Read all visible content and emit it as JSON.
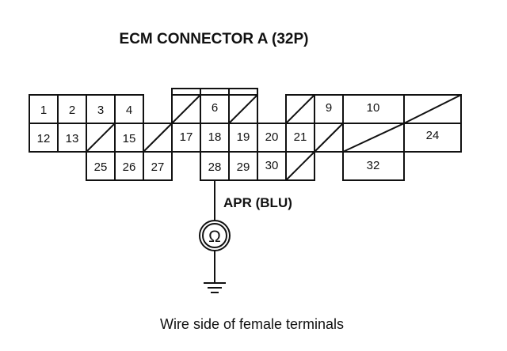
{
  "title": "ECM CONNECTOR A (32P)",
  "wire_label": "APR (BLU)",
  "ohmmeter_symbol": "Ω",
  "caption": "Wire side of female terminals",
  "terminals": {
    "t1": "1",
    "t2": "2",
    "t3": "3",
    "t4": "4",
    "t6": "6",
    "t9": "9",
    "t10": "10",
    "t12": "12",
    "t13": "13",
    "t15": "15",
    "t17": "17",
    "t18": "18",
    "t19": "19",
    "t20": "20",
    "t21": "21",
    "t24": "24",
    "t25": "25",
    "t26": "26",
    "t27": "27",
    "t28": "28",
    "t29": "29",
    "t30": "30",
    "t32": "32"
  },
  "icons": {
    "meter": "ohmmeter-icon",
    "ground": "ground-icon"
  },
  "colors": {
    "line": "#111111",
    "background": "#ffffff"
  }
}
